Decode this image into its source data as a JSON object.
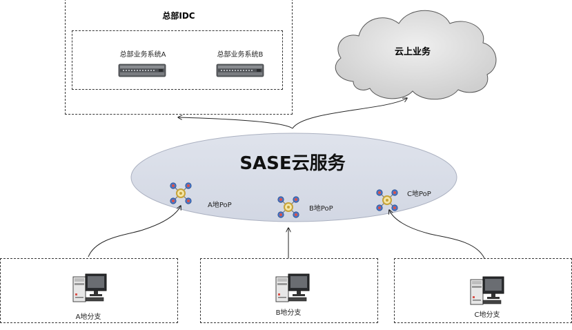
{
  "hq": {
    "title": "总部IDC",
    "system_a": "总部业务系统A",
    "system_b": "总部业务系统B"
  },
  "cloud": {
    "label": "云上业务"
  },
  "sase": {
    "label": "SASE云服务",
    "pops": [
      {
        "label": "A地PoP"
      },
      {
        "label": "B地PoP"
      },
      {
        "label": "C地PoP"
      }
    ]
  },
  "branches": [
    {
      "label": "A地分支"
    },
    {
      "label": "B地分支"
    },
    {
      "label": "C地分支"
    }
  ],
  "icons": {
    "server": "server-icon",
    "router": "router-icon",
    "workstation": "workstation-icon",
    "cloud": "cloud-shape"
  },
  "colors": {
    "ellipse_fill": "#d9dde8",
    "router_ring": "#c7a338",
    "router_node_red": "#d9524a",
    "router_node_blue": "#4a77c8",
    "server_body": "#6b6e72",
    "cloud_fill": "#dcdcdc"
  }
}
